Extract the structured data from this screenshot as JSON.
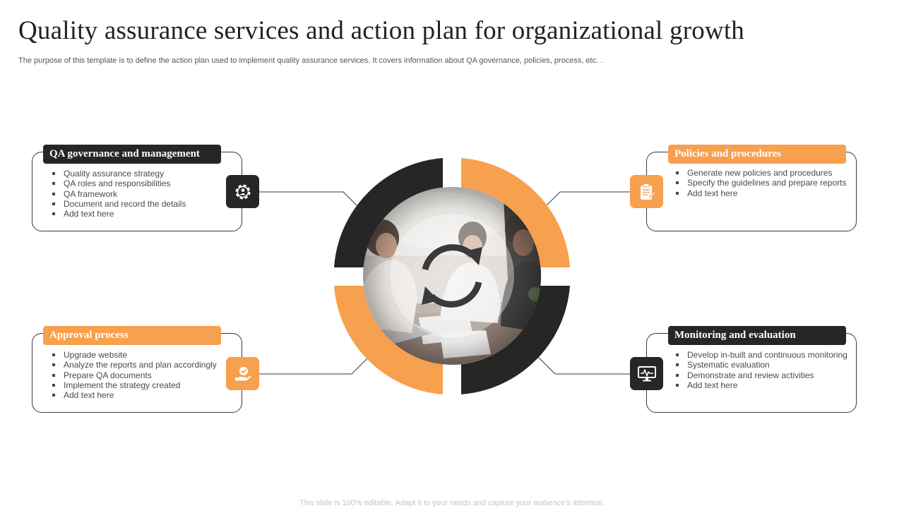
{
  "header": {
    "title": "Quality assurance services and action plan for organizational growth",
    "subtitle": "The purpose of this template is to define the action plan used to implement quality assurance services. It covers information about QA governance, policies, process, etc. ."
  },
  "footer": {
    "note": "This slide is 100% editable. Adapt it to your needs and capture your audience’s attention."
  },
  "colors": {
    "accent": "#f7a04d",
    "dark": "#262626",
    "border": "#3a3a3a"
  },
  "sections": {
    "governance": {
      "title": "QA governance and management",
      "icon": "gear-user-icon",
      "items": [
        "Quality assurance strategy",
        "QA roles and responsibilities",
        "QA framework",
        "Document and record the details",
        "Add text here"
      ]
    },
    "policies": {
      "title": "Policies and procedures",
      "icon": "clipboard-icon",
      "items": [
        "Generate new policies and procedures",
        "Specify the guidelines and prepare reports",
        "Add text here"
      ]
    },
    "approval": {
      "title": "Approval process",
      "icon": "hand-check-icon",
      "items": [
        "Upgrade website",
        "Analyze the reports and plan accordingly",
        "Prepare QA documents",
        "Implement the strategy created",
        "Add text here"
      ]
    },
    "monitoring": {
      "title": "Monitoring and evaluation",
      "icon": "monitor-chart-icon",
      "items": [
        "Develop in-built and continuous monitoring",
        "Systematic evaluation",
        "Demonstrate and review activities",
        "Add text here"
      ]
    }
  },
  "center": {
    "icon": "refresh-cycle-icon"
  }
}
